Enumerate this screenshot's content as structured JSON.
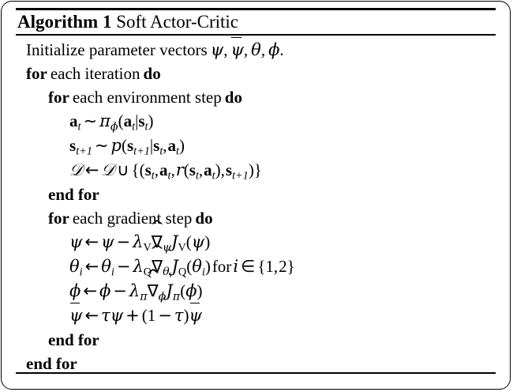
{
  "document": {
    "type": "algorithm-pseudocode-block",
    "frame_border_color": "#000000",
    "background_color": "#ffffff",
    "text_color": "#000000"
  },
  "title": {
    "label_keyword": "Algorithm 1",
    "name": "Soft Actor-Critic"
  },
  "lines": [
    {
      "indent": 0,
      "id": "initialize",
      "text": "Initialize parameter vectors ψ, ψ̄, θ, ϕ."
    },
    {
      "indent": 0,
      "id": "for-each-iteration",
      "text": "for each iteration do"
    },
    {
      "indent": 1,
      "id": "for-each-environment-step",
      "text": "for each environment step do"
    },
    {
      "indent": 2,
      "id": "sample-action",
      "text": "a_t ~ π_ϕ(a_t|s_t)"
    },
    {
      "indent": 2,
      "id": "sample-next-state",
      "text": "s_{t+1} ~ p(s_{t+1}|s_t, a_t)"
    },
    {
      "indent": 2,
      "id": "update-replay-buffer",
      "text": "D ← D ∪ {(s_t, a_t, r(s_t, a_t), s_{t+1})}"
    },
    {
      "indent": 1,
      "id": "end-for-environment-step",
      "text": "end for"
    },
    {
      "indent": 1,
      "id": "for-each-gradient-step",
      "text": "for each gradient step do"
    },
    {
      "indent": 2,
      "id": "update-psi",
      "text": "ψ ← ψ − λ_V ∇̂_ψ J_V(ψ)"
    },
    {
      "indent": 2,
      "id": "update-theta",
      "text": "θ_i ← θ_i − λ_Q ∇̂_{θ_i} J_Q(θ_i) for i ∈ {1, 2}"
    },
    {
      "indent": 2,
      "id": "update-phi",
      "text": "ϕ ← ϕ − λ_π ∇̂_ϕ J_π(ϕ)"
    },
    {
      "indent": 2,
      "id": "update-target-psi",
      "text": "ψ̄ ← τψ + (1 − τ)ψ̄"
    },
    {
      "indent": 1,
      "id": "end-for-gradient-step",
      "text": "end for"
    },
    {
      "indent": 0,
      "id": "end-for-iteration",
      "text": "end for"
    }
  ],
  "keywords": {
    "initialize": "Initialize parameter vectors",
    "for": "for",
    "each_iteration": "each iteration",
    "each_environment_step": "each environment step",
    "each_gradient_step": "each gradient step",
    "do": "do",
    "end_for": "end for",
    "for_text": "for"
  },
  "symbols": {
    "psi": "ψ",
    "theta": "θ",
    "phi": "ϕ",
    "pi": "π",
    "tau": "τ",
    "lambda": "λ",
    "nabla": "∇",
    "cal_D": "𝒟",
    "sim": "∼",
    "leftarrow": "←",
    "cup": "∪",
    "in": "∈",
    "minus": "−",
    "plus": "+"
  }
}
